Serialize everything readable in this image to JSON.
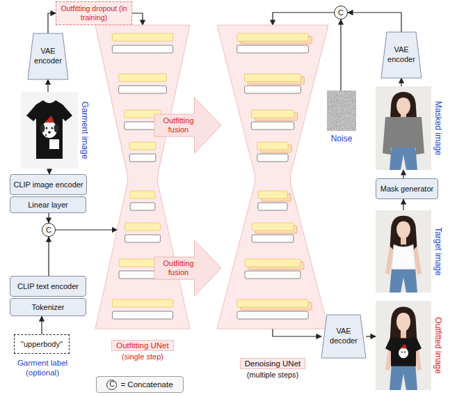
{
  "diagram": {
    "nodes": [
      {
        "text": [
          "VAE encoder"
        ]
      },
      {
        "text": [
          "Garment image"
        ]
      },
      {
        "text": [
          "CLIP image encoder"
        ]
      },
      {
        "text": [
          "Linear layer"
        ]
      },
      {
        "text": [
          "C"
        ]
      },
      {
        "text": [
          "CLIP text encoder"
        ]
      },
      {
        "text": [
          "Tokenizer"
        ]
      },
      {
        "text": [
          "\"upperbody\"",
          "Garment label (optional)"
        ]
      },
      {
        "text": [
          "Outfitting dropout (in training)"
        ]
      },
      {
        "text": [
          "Outfitting UNet",
          "(single step)"
        ]
      },
      {
        "text": [
          "Outfitting fusion"
        ]
      },
      {
        "text": [
          "Outfitting fusion"
        ]
      },
      {
        "text": [
          "Denoising UNet",
          "(multiple steps)"
        ]
      },
      {
        "text": [
          "C"
        ]
      },
      {
        "text": [
          "Noise"
        ]
      },
      {
        "text": [
          "VAE encoder"
        ]
      },
      {
        "text": [
          "Masked image"
        ]
      },
      {
        "text": [
          "Mask generator"
        ]
      },
      {
        "text": [
          "Target image"
        ]
      },
      {
        "text": [
          "VAE decoder"
        ]
      },
      {
        "text": [
          "Outfitted image"
        ]
      },
      {
        "text": [
          "C",
          "= Concatenate"
        ]
      }
    ],
    "edges": [
      {
        "from": 1,
        "to": 0,
        "arrow": "to"
      },
      {
        "from": 0,
        "to": 8,
        "arrow": "to"
      },
      {
        "from": 8,
        "to": 9,
        "arrow": "to"
      },
      {
        "from": 1,
        "to": 2,
        "arrow": "to"
      },
      {
        "from": 3,
        "to": 4,
        "arrow": "to"
      },
      {
        "from": 7,
        "to": 6,
        "arrow": "to"
      },
      {
        "from": 5,
        "to": 4,
        "arrow": "to"
      },
      {
        "from": 4,
        "to": 9,
        "arrow": "to"
      },
      {
        "from": 18,
        "to": 17,
        "arrow": "to"
      },
      {
        "from": 17,
        "to": 16,
        "arrow": "to"
      },
      {
        "from": 16,
        "to": 15,
        "arrow": "to"
      },
      {
        "from": 15,
        "to": 13,
        "arrow": "to"
      },
      {
        "from": 14,
        "to": 13,
        "arrow": "to"
      },
      {
        "from": 13,
        "to": 12,
        "arrow": "to"
      },
      {
        "from": 12,
        "to": 19,
        "arrow": "to"
      },
      {
        "from": 19,
        "to": 20,
        "arrow": "to"
      }
    ]
  }
}
